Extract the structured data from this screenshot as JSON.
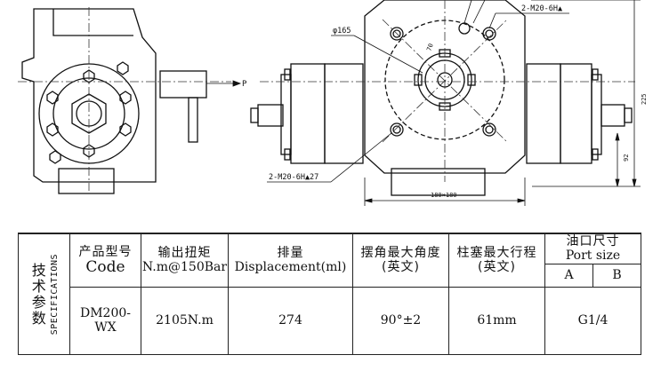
{
  "drawing": {
    "label_p": "P",
    "label_phi165": "φ165",
    "label_70": "70",
    "label_top_tap": "2-M20-6H▲",
    "label_bottom_tap": "2-M20-6H▲27",
    "dim_180": "180×180",
    "dim_225": "225",
    "dim_92": "92"
  },
  "table": {
    "side_zh": "技术参数",
    "side_en": "SPECIFICATIONS",
    "headers": {
      "model_zh": "产品型号",
      "model_en": "Code",
      "torque_zh": "输出扭矩",
      "torque_en": "N.m@150Bar",
      "disp_zh": "排量",
      "disp_en": "Displacement(ml)",
      "angle_zh": "摆角最大角度",
      "angle_en": "(英文)",
      "stroke_zh": "柱塞最大行程",
      "stroke_en": "(英文)",
      "port_zh": "油口尺寸",
      "port_en": "Port size",
      "port_a": "A",
      "port_b": "B"
    },
    "row": {
      "model": "DM200-WX",
      "torque": "2105N.m",
      "disp": "274",
      "angle": "90°±2",
      "stroke": "61mm",
      "port": "G1/4"
    }
  }
}
